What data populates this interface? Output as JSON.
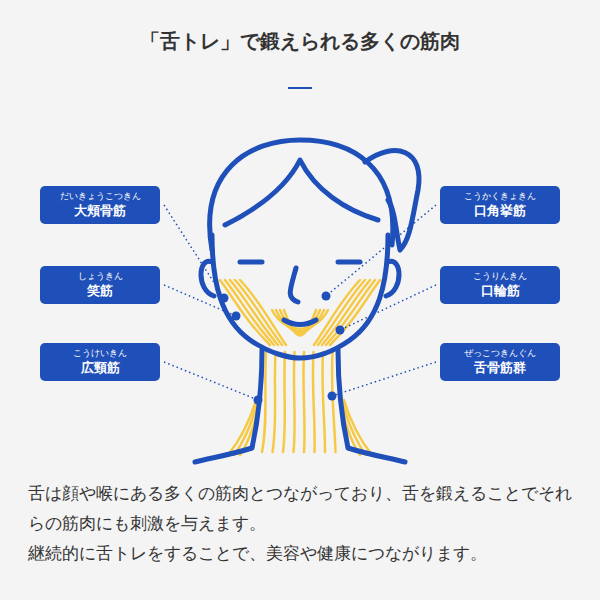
{
  "diagram": {
    "title": "「舌トレ」で鍛えられる多くの筋肉",
    "nodes": [
      {
        "text": [
          "だいきょうこつきん",
          "大頬骨筋"
        ]
      },
      {
        "text": [
          "こうかくきょきん",
          "口角挙筋"
        ]
      },
      {
        "text": [
          "しょうきん",
          "笑筋"
        ]
      },
      {
        "text": [
          "こうりんきん",
          "口輪筋"
        ]
      },
      {
        "text": [
          "こうけいきん",
          "広頸筋"
        ]
      },
      {
        "text": [
          "ぜっこつきんぐん",
          "舌骨筋群"
        ]
      }
    ],
    "labels": [
      "舌は顔や喉にある多くの筋肉とつながっており、舌を鍛えることでそれらの筋肉にも刺激を与えます。",
      "継続的に舌トレをすることで、美容や健康につながります。"
    ]
  }
}
